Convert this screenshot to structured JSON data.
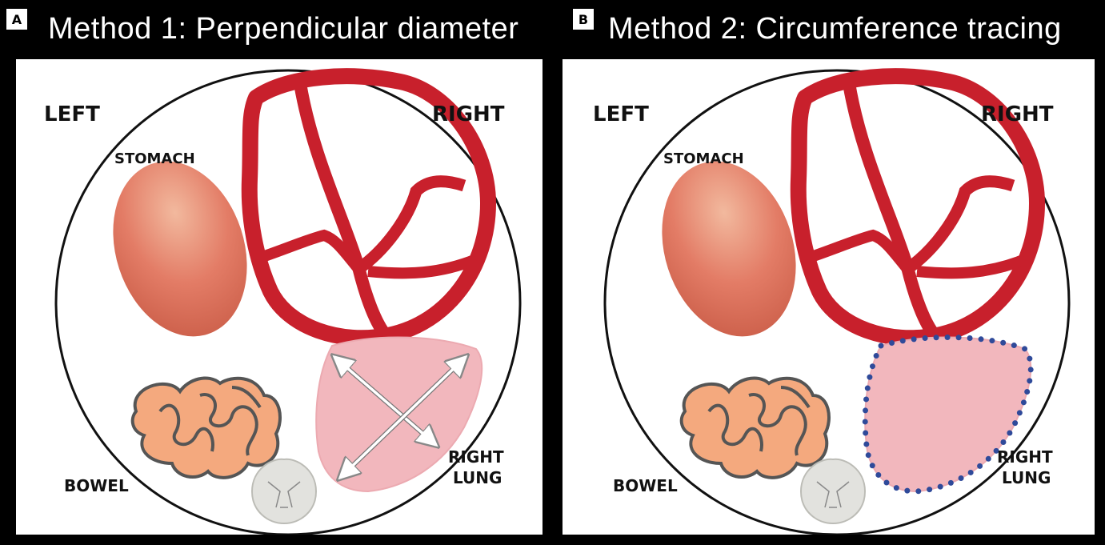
{
  "panel_a": {
    "badge": "A",
    "title": "Method 1:  Perpendicular diameter",
    "labels": {
      "left": "LEFT",
      "right": "RIGHT",
      "stomach": "STOMACH",
      "bowel": "BOWEL",
      "right_lung_line1": "RIGHT",
      "right_lung_line2": "LUNG"
    }
  },
  "panel_b": {
    "badge": "B",
    "title": "Method 2:  Circumference tracing",
    "labels": {
      "left": "LEFT",
      "right": "RIGHT",
      "stomach": "STOMACH",
      "bowel": "BOWEL",
      "right_lung_line1": "RIGHT",
      "right_lung_line2": "LUNG"
    }
  },
  "colors": {
    "heart": "#c8202c",
    "stomach": "#e07a66",
    "lung": "#f2b7bd",
    "bowel": "#f4a97e",
    "tracing_dots": "#2f4a9a",
    "spine": "#e2e2de"
  }
}
